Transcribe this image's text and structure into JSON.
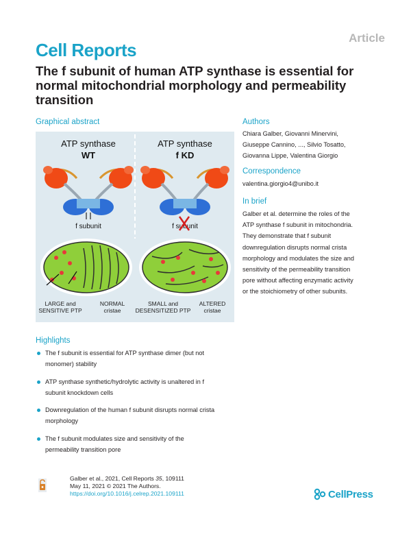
{
  "header": {
    "article_tag": "Article",
    "journal": "Cell Reports",
    "title": "The f subunit of human ATP synthase is essential for normal mitochondrial morphology and permeability transition"
  },
  "graphical_abstract": {
    "heading": "Graphical abstract",
    "left_panel": {
      "title": "ATP synthase",
      "subtitle": "WT",
      "subunit_label": "f subunit",
      "caption_line1": "LARGE and",
      "caption_line2": "SENSITIVE PTP",
      "caption2_line1": "NORMAL",
      "caption2_line2": "cristae"
    },
    "right_panel": {
      "title": "ATP synthase",
      "subtitle": "f KD",
      "subunit_label": "f subunit",
      "caption_line1": "SMALL and",
      "caption_line2": "DESENSITIZED PTP",
      "caption2_line1": "ALTERED",
      "caption2_line2": "cristae"
    },
    "colors": {
      "background": "#dfeaf0",
      "mito_fill": "#8fcf3a",
      "f1_head": "#f04a16",
      "fo_base": "#2e6fd6",
      "stator": "#d9952f",
      "ptp_dot": "#e8383a"
    }
  },
  "authors": {
    "heading": "Authors",
    "lines": [
      "Chiara Galber, Giovanni Minervini,",
      "Giuseppe Cannino, ..., Silvio Tosatto,",
      "Giovanna Lippe, Valentina Giorgio"
    ]
  },
  "correspondence": {
    "heading": "Correspondence",
    "email": "valentina.giorgio4@unibo.it"
  },
  "in_brief": {
    "heading": "In brief",
    "lines": [
      "Galber et al. determine the roles of the",
      "ATP synthase f subunit in mitochondria.",
      "They demonstrate that f subunit",
      "downregulation disrupts normal crista",
      "morphology and modulates the size and",
      "sensitivity of the permeability transition",
      "pore without affecting enzymatic activity",
      "or the stoichiometry of other subunits."
    ]
  },
  "highlights": {
    "heading": "Highlights",
    "items": [
      {
        "line1": "The f subunit is essential for ATP synthase dimer (but not",
        "line2": "monomer) stability"
      },
      {
        "line1": "ATP synthase synthetic/hydrolytic activity is unaltered in f",
        "line2": "subunit knockdown cells"
      },
      {
        "line1": "Downregulation of the human f subunit disrupts normal crista",
        "line2": "morphology"
      },
      {
        "line1": "The f subunit modulates size and sensitivity of the",
        "line2": "permeability transition pore"
      }
    ]
  },
  "footer": {
    "citation_prefix": "Galber et al., 2021, Cell Reports ",
    "citation_volume": "35",
    "citation_suffix": ", 109111",
    "date_line": "May 11, 2021 © 2021 The Authors.",
    "doi": "https://doi.org/10.1016/j.celrep.2021.109111",
    "publisher": "CellPress",
    "icons": {
      "open_access": "open-access-icon",
      "publisher_logo": "cellpress-logo-icon"
    }
  }
}
